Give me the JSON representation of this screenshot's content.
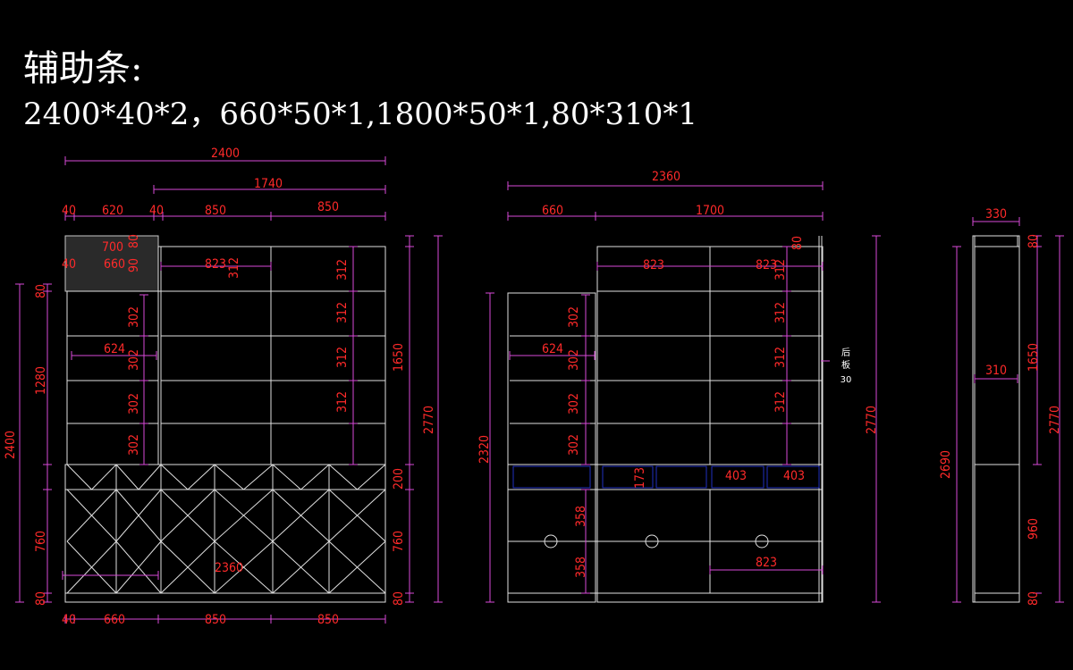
{
  "title": "辅助条:",
  "parts": "2400*40*2，660*50*1,1800*50*1,80*310*1",
  "note": [
    "后",
    "板",
    "30"
  ],
  "colors": {
    "background": "#000000",
    "line": "#e0e0e0",
    "dimension": "#d84ad8",
    "dim_text": "#ff2a2a",
    "drawer_blue": "#2030c0",
    "panel_green": "#20c020"
  },
  "labels": {
    "v1": [
      "2400",
      "1740",
      "40",
      "620",
      "40",
      "850",
      "850",
      "700",
      "80",
      "40",
      "660",
      "90",
      "823",
      "312",
      "80",
      "302",
      "312",
      "624",
      "302",
      "312",
      "1280",
      "302",
      "312",
      "1650",
      "2400",
      "302",
      "312",
      "2770",
      "200",
      "760",
      "760",
      "2360",
      "80",
      "80",
      "40",
      "660",
      "850",
      "850"
    ],
    "v2": [
      "2360",
      "660",
      "1700",
      "823",
      "823",
      "80",
      "302",
      "312",
      "624",
      "302",
      "312",
      "302",
      "312",
      "2320",
      "302",
      "312",
      "2770",
      "173",
      "403",
      "403",
      "358",
      "358",
      "823"
    ],
    "v3": [
      "330",
      "80",
      "2690",
      "1650",
      "310",
      "2770",
      "960",
      "80"
    ]
  }
}
